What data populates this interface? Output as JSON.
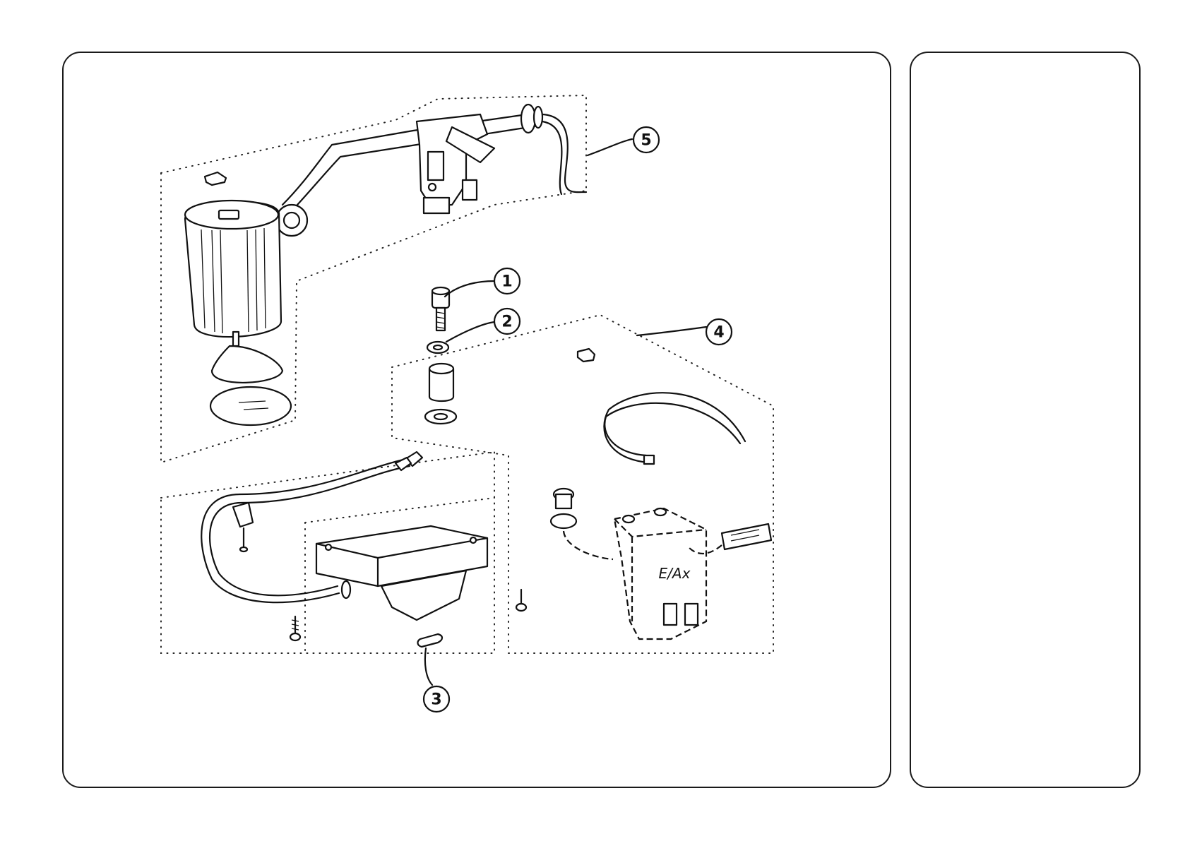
{
  "callouts": [
    {
      "label": "1"
    },
    {
      "label": "2"
    },
    {
      "label": "3"
    },
    {
      "label": "4"
    },
    {
      "label": "5"
    }
  ],
  "box_label": "E/Ax"
}
